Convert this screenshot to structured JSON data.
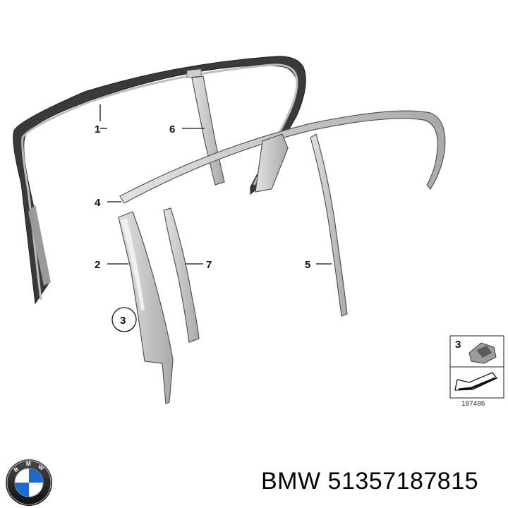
{
  "diagram": {
    "callouts": [
      {
        "id": "1",
        "label": "1"
      },
      {
        "id": "2",
        "label": "2"
      },
      {
        "id": "3",
        "label": "3"
      },
      {
        "id": "4",
        "label": "4"
      },
      {
        "id": "5",
        "label": "5"
      },
      {
        "id": "6",
        "label": "6"
      },
      {
        "id": "7",
        "label": "7"
      }
    ],
    "inset": {
      "label": "3",
      "reference_number": "187486"
    }
  },
  "footer": {
    "brand_text": "BMW 51357187815",
    "logo": {
      "icon": "bmw-roundel-icon",
      "letters": "BMW"
    }
  },
  "colors": {
    "part_fill": "#c9c9c9",
    "part_edge": "#555555",
    "seal_dark": "#3a3a3a",
    "logo_blue": "#1c69d4"
  }
}
